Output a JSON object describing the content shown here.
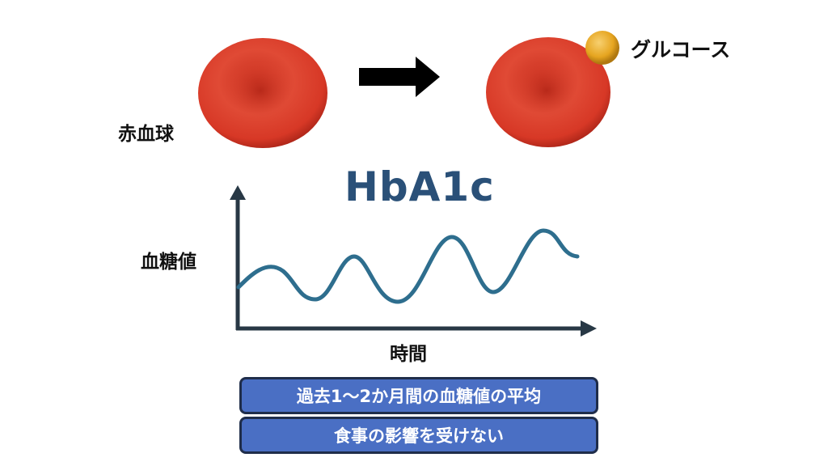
{
  "labels": {
    "rbc": "赤血球",
    "glucose": "グルコース",
    "title": "HbA1c",
    "yaxis": "血糖値",
    "xaxis": "時間"
  },
  "boxes": {
    "line1": "過去1～2か月間の血糖値の平均",
    "line2": "食事の影響を受けない"
  },
  "colors": {
    "title": "#2a5078",
    "curve": "#2e6e8e",
    "box_fill": "#4a6fc4",
    "box_border": "#1f2d4a",
    "rbc": "#d63a2a",
    "glucose": "#e6a520"
  }
}
